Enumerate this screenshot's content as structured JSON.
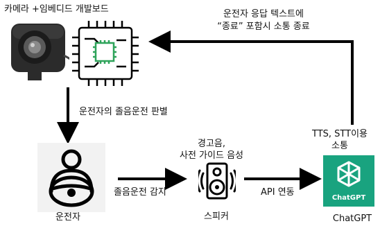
{
  "labels": {
    "camera_board": "카메라 +임베디드 개발보드",
    "response_note_line1": "운전자 응답 텍스트에",
    "response_note_line2": "“종료” 포함시 소통 종료",
    "drowsy_judgement": "운전자의 졸음운전 판별",
    "driver": "운전자",
    "drowsy_detect": "졸음운전 감지",
    "voice_line1": "경고음,",
    "voice_line2": "사전 가이드 음성",
    "speaker": "스피커",
    "api_link": "API 연동",
    "tts_line1": "TTS, STT이용",
    "tts_line2": "소통",
    "chatgpt_caption": "ChatGPT",
    "chatgpt_logo_text": "ChatGPT"
  },
  "colors": {
    "chatgpt_green": "#19a37f",
    "chip_green": "#2ea35a",
    "arrow": "#000000",
    "camera_dark": "#2b2b2b",
    "panel_gray": "#f2f2f2"
  },
  "icons": [
    "webcam-icon",
    "chip-icon",
    "driver-steering-icon",
    "speaker-icon",
    "chatgpt-logo-icon"
  ]
}
